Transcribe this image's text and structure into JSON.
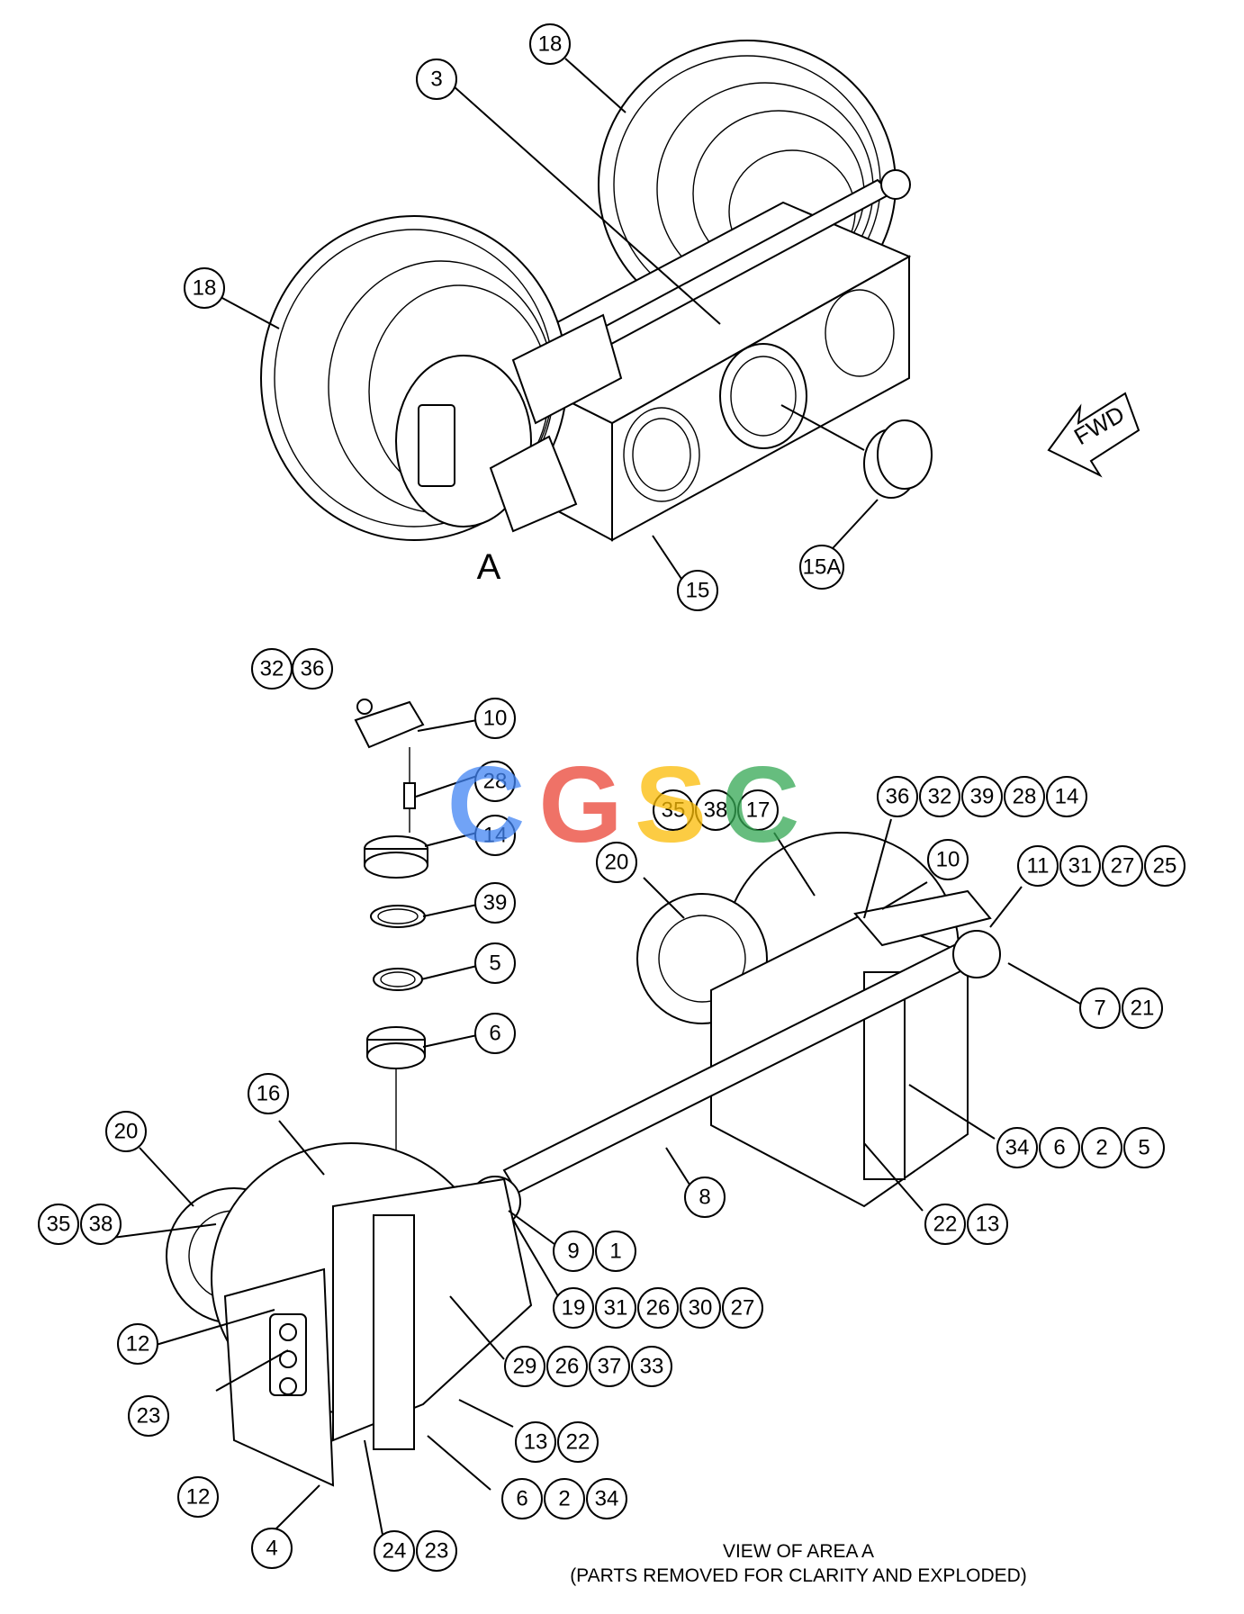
{
  "top_view": {
    "area_label": "A",
    "fwd_label": "FWD",
    "callouts": [
      "18",
      "3",
      "18",
      "15",
      "15A"
    ]
  },
  "detail_view": {
    "callouts": [
      "32",
      "36",
      "10",
      "28",
      "14",
      "39",
      "5",
      "6",
      "35",
      "38",
      "17",
      "36",
      "32",
      "39",
      "28",
      "14",
      "10",
      "11",
      "31",
      "27",
      "25",
      "20",
      "7",
      "21",
      "34",
      "6",
      "2",
      "5",
      "22",
      "13",
      "8",
      "16",
      "20",
      "35",
      "38",
      "9",
      "1",
      "19",
      "31",
      "26",
      "30",
      "27",
      "29",
      "26",
      "37",
      "33",
      "12",
      "23",
      "12",
      "13",
      "22",
      "6",
      "2",
      "34",
      "4",
      "24",
      "23"
    ],
    "caption_line1": "VIEW OF AREA A",
    "caption_line2": "(PARTS REMOVED FOR CLARITY AND EXPLODED)"
  },
  "watermark": {
    "letters": [
      "C",
      "G",
      "S",
      "C"
    ],
    "colors": [
      "#4285f4",
      "#ea4335",
      "#fbbc05",
      "#34a853"
    ]
  }
}
